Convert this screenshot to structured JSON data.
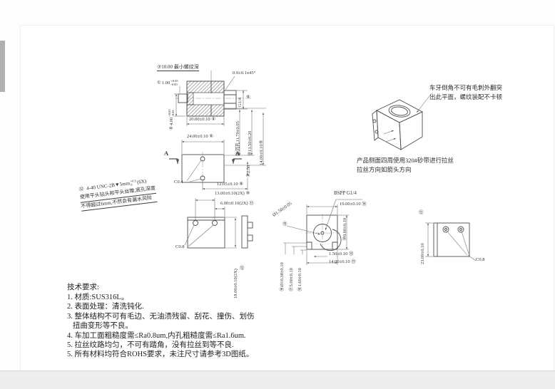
{
  "labels": {
    "min_thread": "⑦10.00 最小螺纹深",
    "dim_100": {
      "balloon": "①",
      "main": "1.00",
      "tol_up": "+0.05",
      "tol_dn": "-0.00"
    },
    "dim_400": {
      "balloon": "③",
      "main": "4.00",
      "tol_up": "+0.05",
      "tol_dn": "-0.02"
    },
    "chamfer": "0.9±0.1x45°",
    "dim_2000": "20.00±0.10 ④",
    "g14": "G1/4",
    "balloon_g14": "⑥",
    "dim_ck1170": "⑬沉孔11.70±0.05",
    "dim_1350": "⑩13.50±0.20",
    "dim_1400a": "14.00±0.10⑤",
    "dim_2400": "24.00±0.10 ⑥",
    "section_a_left": "A",
    "section_a_right": "A",
    "dim_250": "②2.50",
    "c04": "C0.4",
    "dim_1205": "12.05±0.10 ⑧",
    "dim_1300": "13.00±0.10(2X) ⑨",
    "dim_600": "6.00±0.10(2X) ⑪",
    "dim_1800": "18.00±0.10(2X)",
    "balloon_1800": "⑫",
    "c08_left": "C0.8",
    "bspp": "BSPP G1/4",
    "dim_1900": "19.00±0.10 ⑭",
    "dim_060": "⑩0.60±0.10",
    "dia_150": "Ø1.50±0.05",
    "balloon_dia150": "⑮",
    "dim_1038": "⑯Ø10.38±0.10",
    "dim_500": "⑰5.00±0.10",
    "dim_160": "⑱1.60±0.10",
    "dim_150b": "1.50±0.10 ⑬",
    "dim_1400b": "14.00±0.10 ⑰",
    "dim_2300": "23.00±0.10",
    "balloon_2300": "⑫",
    "c08_right": "C0.8"
  },
  "thread_note": {
    "balloon": "⑫",
    "line1_main": "4-40 UNC-2B▼5mm",
    "tol_up": "+0.5",
    "tol_dn": "0",
    "line1_suffix": "(6X)",
    "line2": "使用平头钻头和平头丝锥,底孔深度",
    "line3": "不得超过6mm,不然会有漏水风险"
  },
  "iso_notes": {
    "right1": "车牙倒角不可有毛刺外翻突",
    "right2": "出此平面，螺纹装配不卡顿",
    "bottom1": "产品侧面四周使用320#砂带进行拉丝",
    "bottom2": "拉丝方向如箭头方向"
  },
  "tech": {
    "title": "技术要求:",
    "lines": [
      "1. 材质:SUS316L。",
      "2. 表面处理：清洗钝化.",
      "3. 整体结构不可有毛边、无油渍残留、刮花、撞伤、划伤",
      "   扭曲变形等不良。",
      "4. 车加工面粗糙度需≤Ra0.8um,内孔粗糙度需≤Ra1.6um.",
      "5. 拉丝纹路均匀，不可有踏角，没有拉丝到等不良.",
      "5. 所有材料均符合ROHS要求，未注尺寸请参考3D图纸。"
    ]
  },
  "colors": {
    "line": "#4d4d4d",
    "dim_line": "#6a6a6a",
    "text": "#333333",
    "hatch": "#8a8a8a",
    "page_bg": "#fdfdfd",
    "bottom_bar": "#ededed",
    "left_strip": "#b0b0b0"
  }
}
